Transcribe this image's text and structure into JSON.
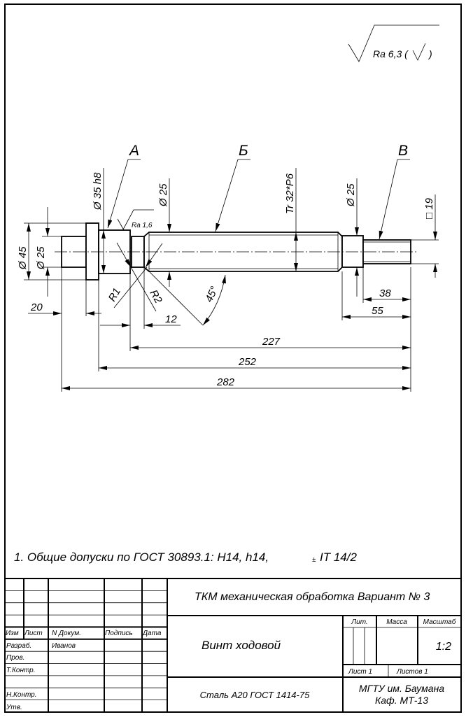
{
  "roughness": {
    "general": "Ra 6,3 (",
    "general_close": ")",
    "local": "Ra 1,6"
  },
  "views": {
    "a": "А",
    "b": "Б",
    "v": "В"
  },
  "dimensions": {
    "d45": "Ø 45",
    "d25_left": "Ø 25",
    "d35": "Ø 35 h8",
    "d25_mid": "Ø 25",
    "thread": "Tr 32*P6",
    "d25_right": "Ø 25",
    "square": "□ 19",
    "l20": "20",
    "l12": "12",
    "l38": "38",
    "l55": "55",
    "l227": "227",
    "l252": "252",
    "l282": "282",
    "r1": "R1",
    "r2": "R2",
    "angle": "45°"
  },
  "note": "1. Общие допуски по ГОСТ 30893.1:  H14, h14,",
  "note_tail": "IT 14/2",
  "note_pm": "±",
  "title_block": {
    "project": "ТКМ механическая обработка Вариант № 3",
    "name": "Винт ходовой",
    "material": "Сталь А20 ГОСТ 1414-75",
    "org_line1": "МГТУ им. Баумана",
    "org_line2": "Каф. МТ-13",
    "lit": "Лит.",
    "mass": "Масса",
    "scale_label": "Масштаб",
    "scale": "1:2",
    "sheet": "Лист 1",
    "sheets": "Листов  1",
    "headers": [
      "Изм",
      "Лист",
      "N Докум.",
      "Подпись",
      "Дата"
    ],
    "roles": [
      "Разраб.",
      "Пров.",
      "Т.Контр.",
      "Н.Контр.",
      "Утв."
    ],
    "developer": "Иванов"
  }
}
